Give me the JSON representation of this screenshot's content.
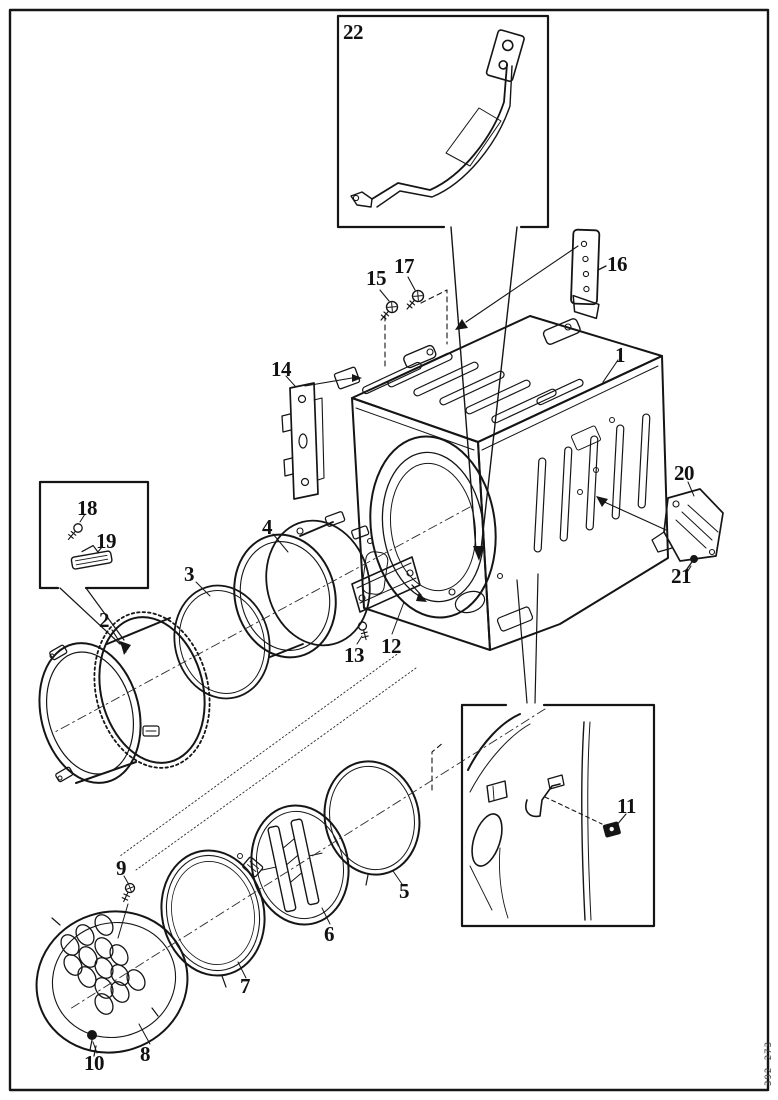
{
  "figure": {
    "part_code": "392 273",
    "callouts": [
      "1",
      "2",
      "3",
      "4",
      "5",
      "6",
      "7",
      "8",
      "9",
      "10",
      "11",
      "12",
      "13",
      "14",
      "15",
      "16",
      "17",
      "18",
      "19",
      "20",
      "21",
      "22"
    ]
  }
}
